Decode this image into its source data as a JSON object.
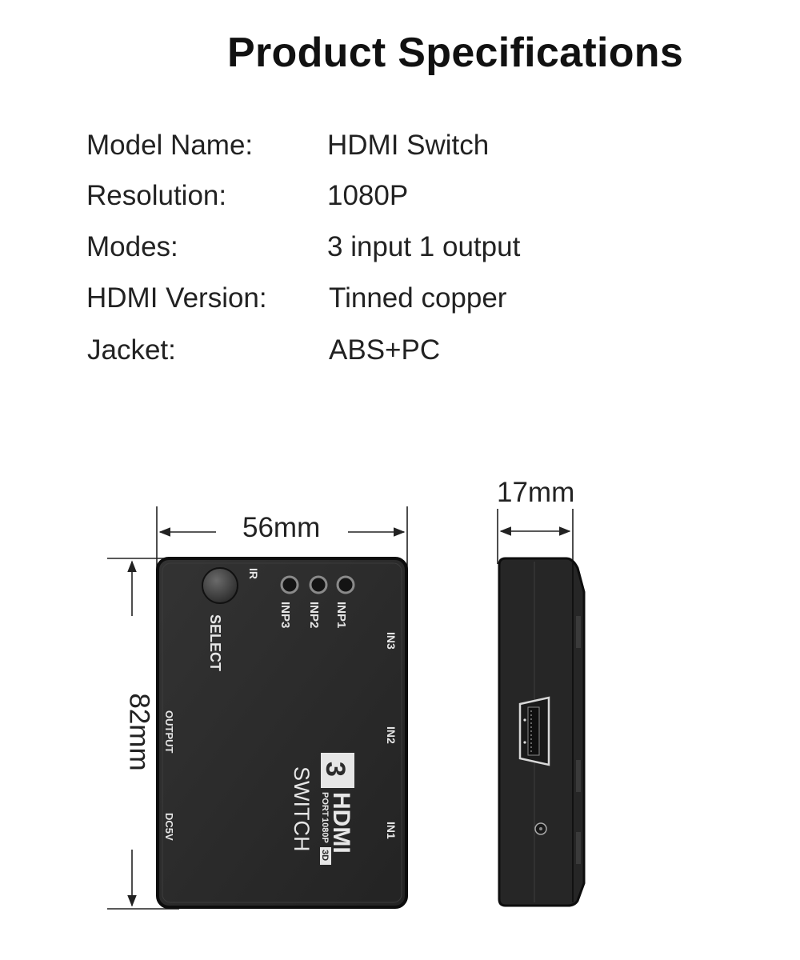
{
  "title": "Product Specifications",
  "specs": [
    {
      "label": "Model Name:",
      "value": "HDMI Switch"
    },
    {
      "label": "Resolution:",
      "value": "1080P"
    },
    {
      "label": "Modes:",
      "value": "3 input 1 output"
    },
    {
      "label": "HDMI Version:",
      "value": "Tinned copper"
    },
    {
      "label": "Jacket:",
      "value": "ABS+PC"
    }
  ],
  "dimensions": {
    "width": "56mm",
    "height": "82mm",
    "depth": "17mm"
  },
  "device": {
    "ir_label": "IR",
    "select_label": "SELECT",
    "led_labels": [
      "INP3",
      "INP2",
      "INP1"
    ],
    "output_label": "OUTPUT",
    "dc_label": "DC5V",
    "input_labels": [
      "IN3",
      "IN2",
      "IN1"
    ],
    "logo_number": "3",
    "logo_port": "PORT",
    "logo_resolution": "1080P",
    "logo_3d": "3D",
    "logo_brand": "HDMI",
    "logo_switch": "SWITCH"
  },
  "colors": {
    "device_body": "#2b2b2b",
    "device_outline": "#0d0d0d",
    "device_label": "#e6e6e6"
  }
}
